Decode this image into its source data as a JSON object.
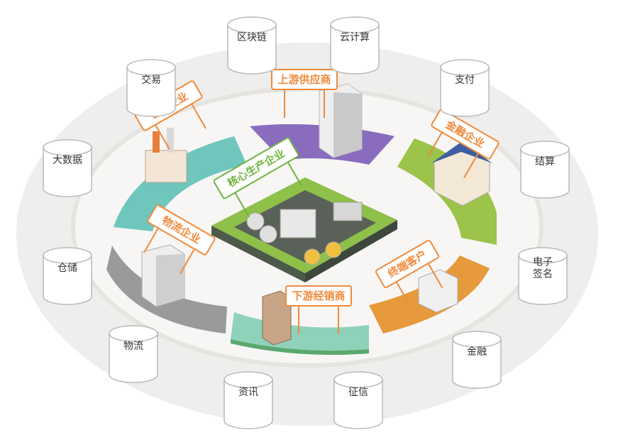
{
  "colors": {
    "outer_ring": "#efeeec",
    "inner_ring": "#e3e1dd",
    "cylinder_fill": "#ffffff",
    "cylinder_stroke": "#b9b8b6",
    "sign_orange": "#f08a3c",
    "sign_green": "#6fb443",
    "sector_purple": "#8a6cbf",
    "sector_olive": "#9cc34a",
    "sector_orange": "#e79a3b",
    "sector_mint": "#8fd1b9",
    "sector_teal": "#6ec6bd",
    "sector_gray": "#9a9a9a"
  },
  "cylinders": [
    {
      "id": "blockchain",
      "lines": [
        "区块链"
      ]
    },
    {
      "id": "cloud",
      "lines": [
        "云计算"
      ]
    },
    {
      "id": "trade",
      "lines": [
        "交易"
      ]
    },
    {
      "id": "payment",
      "lines": [
        "支付"
      ]
    },
    {
      "id": "bigdata",
      "lines": [
        "大数据"
      ]
    },
    {
      "id": "settlement",
      "lines": [
        "结算"
      ]
    },
    {
      "id": "warehouse",
      "lines": [
        "仓储"
      ]
    },
    {
      "id": "esign",
      "lines": [
        "电子",
        "签名"
      ]
    },
    {
      "id": "logistics",
      "lines": [
        "物流"
      ]
    },
    {
      "id": "finance",
      "lines": [
        "金融"
      ]
    },
    {
      "id": "info",
      "lines": [
        "资讯"
      ]
    },
    {
      "id": "credit",
      "lines": [
        "征信"
      ]
    }
  ],
  "signs": {
    "upstream": "上游供应商",
    "warehouse_ent": "仓储企业",
    "finance_ent": "金融企业",
    "core": "核心生产企业",
    "logistics_ent": "物流企业",
    "customers": "终端客户",
    "downstream": "下游经销商"
  }
}
